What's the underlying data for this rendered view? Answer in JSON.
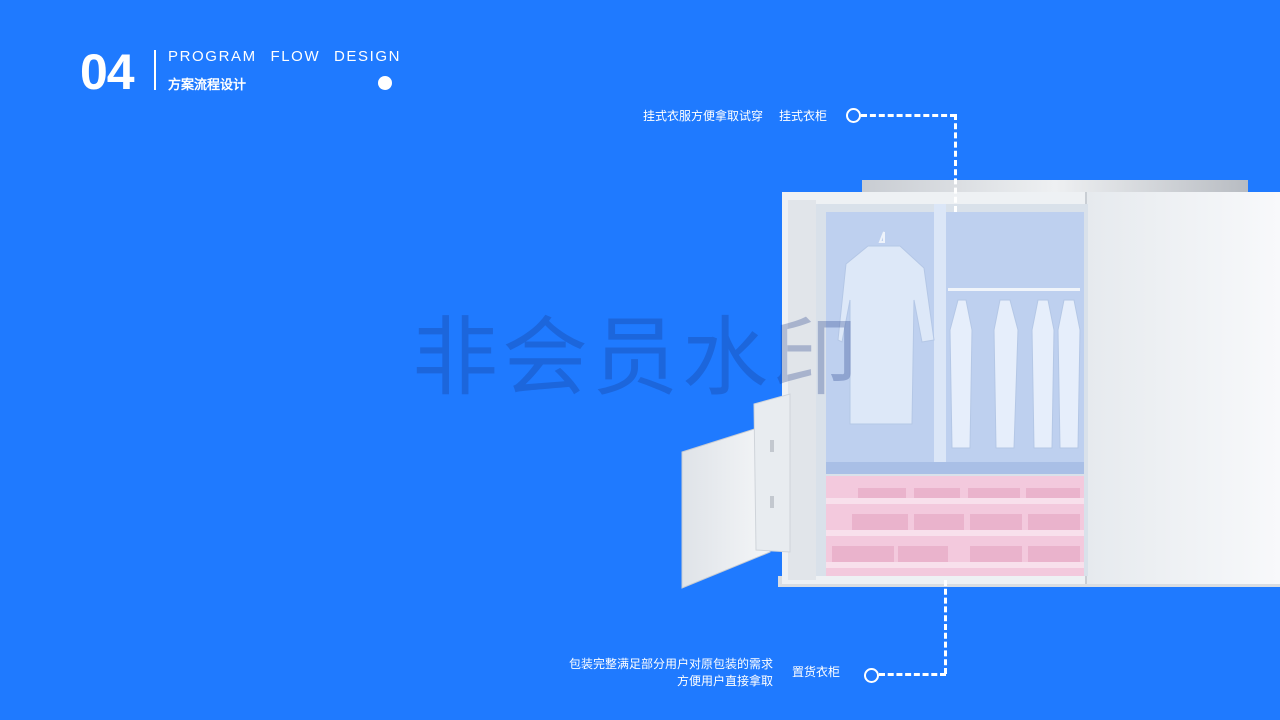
{
  "header": {
    "number": "04",
    "title_en": "PROGRAM FLOW DESIGN",
    "title_cn": "方案流程设计"
  },
  "callouts": {
    "top": {
      "description": "挂式衣服方便拿取试穿",
      "label": "挂式衣柜"
    },
    "bottom": {
      "description_line1": "包装完整满足部分用户对原包装的需求",
      "description_line2": "方便用户直接拿取",
      "label": "置货衣柜"
    }
  },
  "watermark": "非会员水印",
  "illustration": {
    "icon": "wardrobe-cabinet-illustration"
  },
  "colors": {
    "background": "#1f7aff",
    "text": "#ffffff",
    "hanging_section": "#b9cdf0",
    "folded_section": "#f3c9dd"
  }
}
